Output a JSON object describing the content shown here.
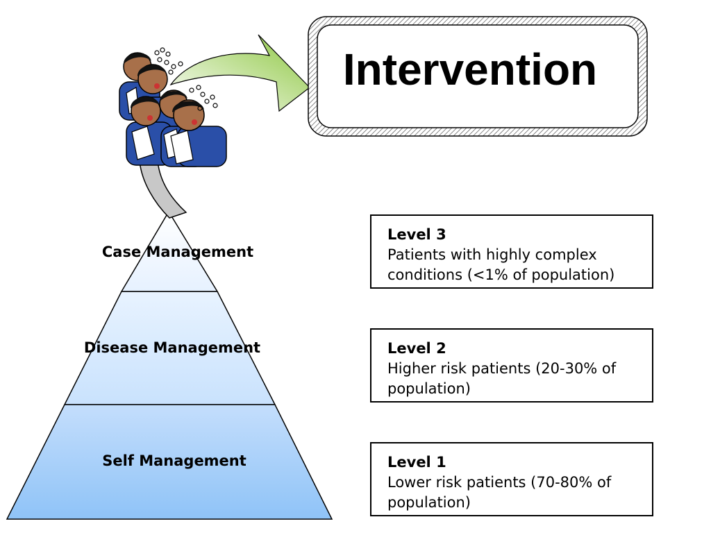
{
  "title": "Intervention",
  "pyramid": {
    "tiers": [
      {
        "label": "Case Management",
        "color_top": "#ffffff",
        "color_bottom": "#e6f1ff"
      },
      {
        "label": "Disease Management",
        "color_top": "#e8f3ff",
        "color_bottom": "#c9e2fd"
      },
      {
        "label": "Self Management",
        "color_top": "#c4defc",
        "color_bottom": "#8fc3f7"
      }
    ]
  },
  "levels": [
    {
      "title": "Level 3",
      "description": "Patients with highly complex conditions (<1% of population)"
    },
    {
      "title": "Level 2",
      "description": "Higher risk patients (20-30% of population)"
    },
    {
      "title": "Level 1",
      "description": "Lower risk patients (70-80% of population)"
    }
  ],
  "colors": {
    "arrow_green": "#8cc63f",
    "connector_gray": "#c8c8c8",
    "patient_sweater": "#2a4fa8",
    "patient_skin": "#a8704a"
  },
  "icons": [
    "sick-patients-icon",
    "curved-arrow-icon"
  ]
}
